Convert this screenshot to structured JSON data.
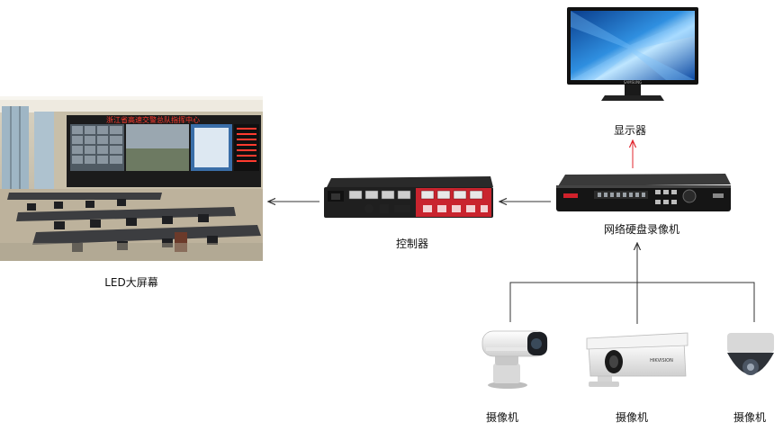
{
  "labels": {
    "led_wall": "LED大屏幕",
    "controller": "控制器",
    "nvr": "网络硬盘录像机",
    "monitor": "显示器",
    "camera_1": "摄像机",
    "camera_2": "摄像机",
    "camera_3": "摄像机"
  },
  "led_wall_screen_text": "浙江省高速交警总队指挥中心",
  "brand_text": {
    "monitor": "SAMSUNG",
    "camera_bullet": "HIKVISION"
  },
  "colors": {
    "arrow_default": "#333333",
    "arrow_to_monitor": "#e0242c",
    "led_text": "#ff3b2f",
    "controller_red_panel": "#c9242e"
  }
}
